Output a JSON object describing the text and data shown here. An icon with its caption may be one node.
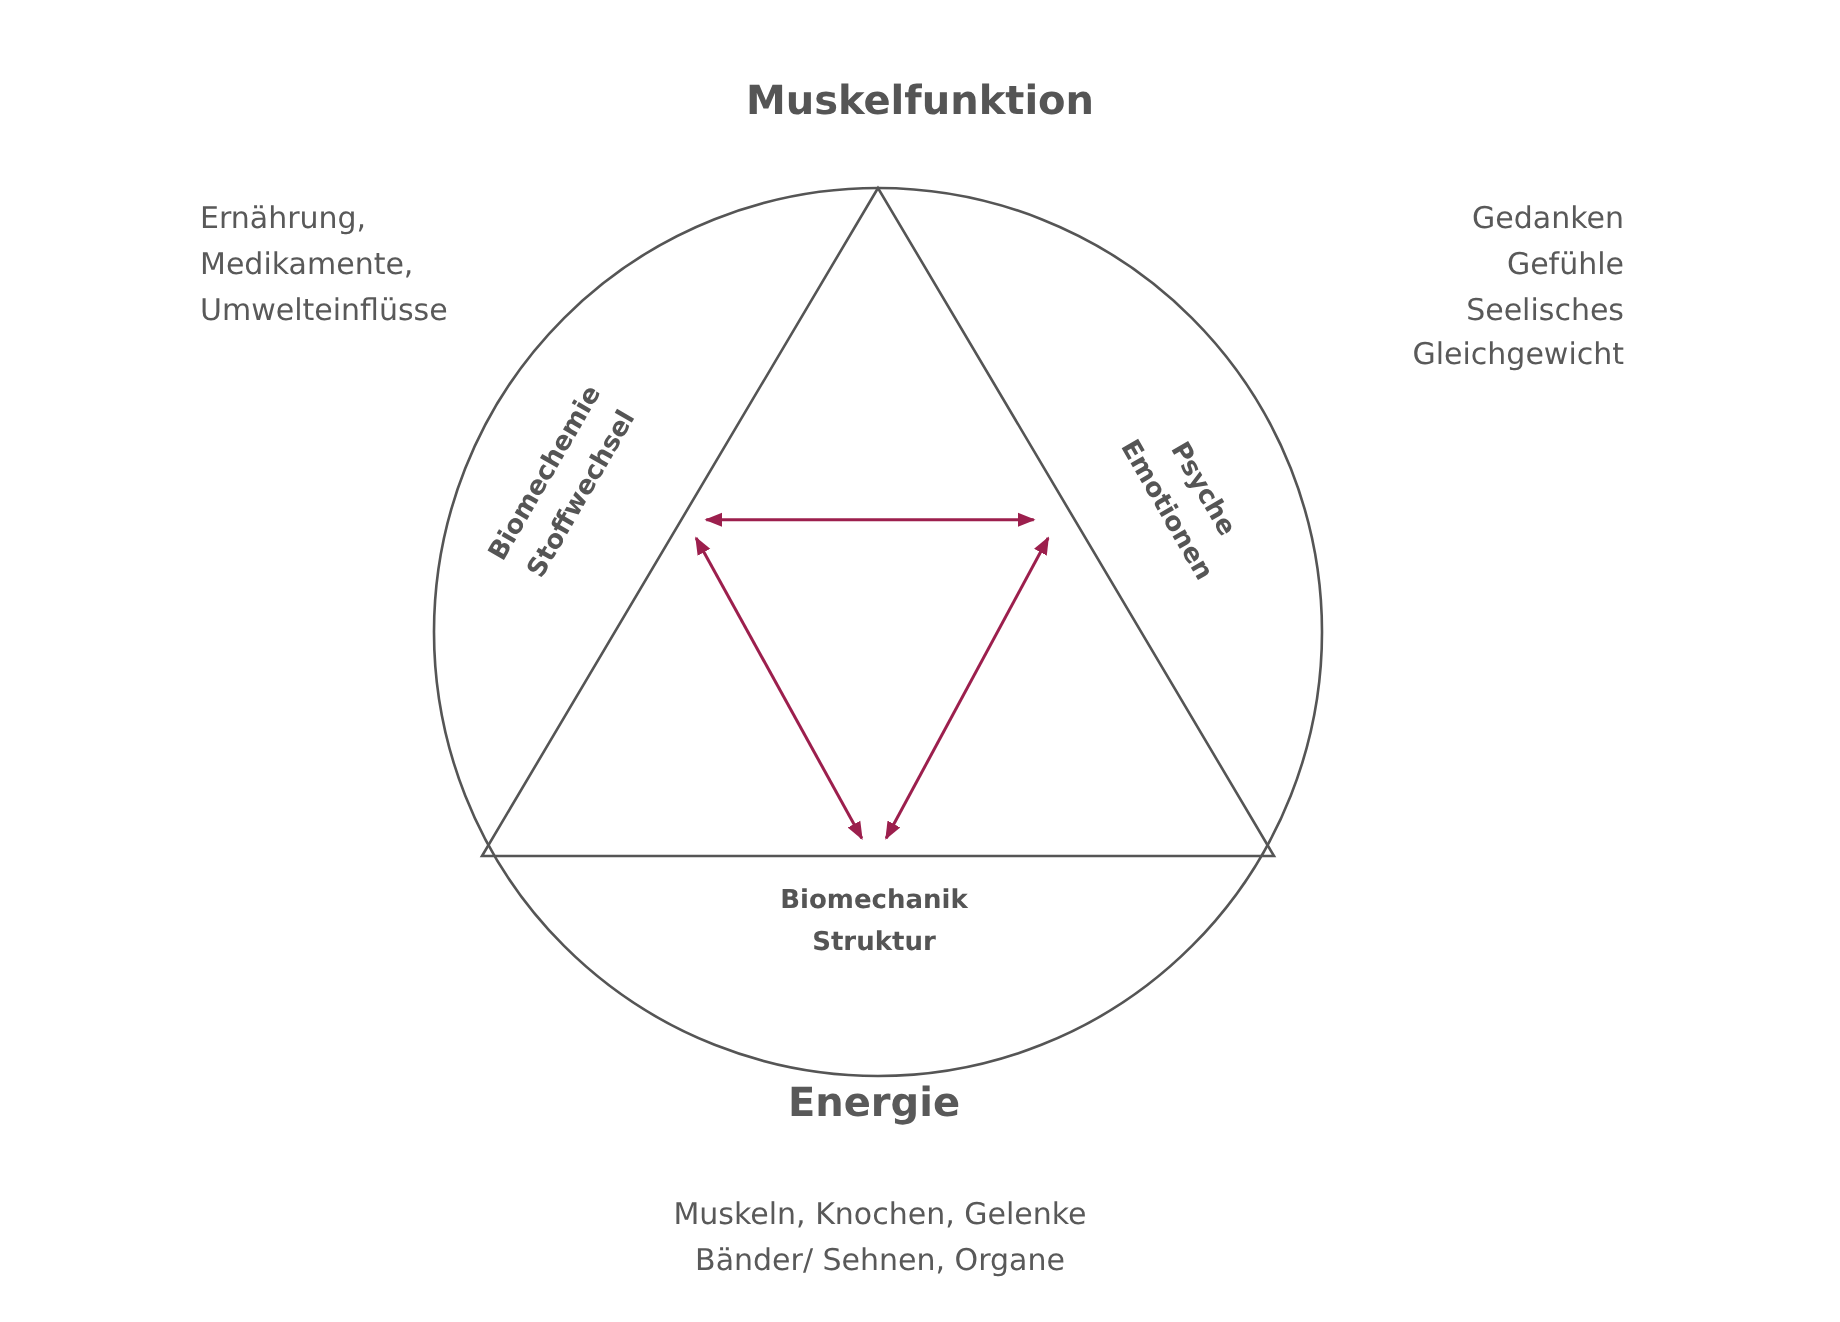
{
  "diagram": {
    "title": "Muskelfunktion",
    "nodes": [
      {
        "text": [
          "Biomechemie Stoffwechsel"
        ]
      },
      {
        "text": [
          "Psyche Emotionen"
        ]
      },
      {
        "text": [
          "Biomechanik Struktur"
        ]
      }
    ],
    "edges": [
      {
        "from": 0,
        "to": 1,
        "arrow": "both"
      },
      {
        "from": 0,
        "to": 2,
        "arrow": "both"
      },
      {
        "from": 1,
        "to": 2,
        "arrow": "both"
      }
    ],
    "labels": [
      "Ernährung,",
      "Medikamente,",
      "Umwelteinflüsse",
      "Gedanken",
      "Gefühle",
      "Seelisches Gleichgewicht",
      "Energie",
      "Muskeln, Knochen, Gelenke",
      "Bänder/ Sehnen, Organe"
    ]
  }
}
